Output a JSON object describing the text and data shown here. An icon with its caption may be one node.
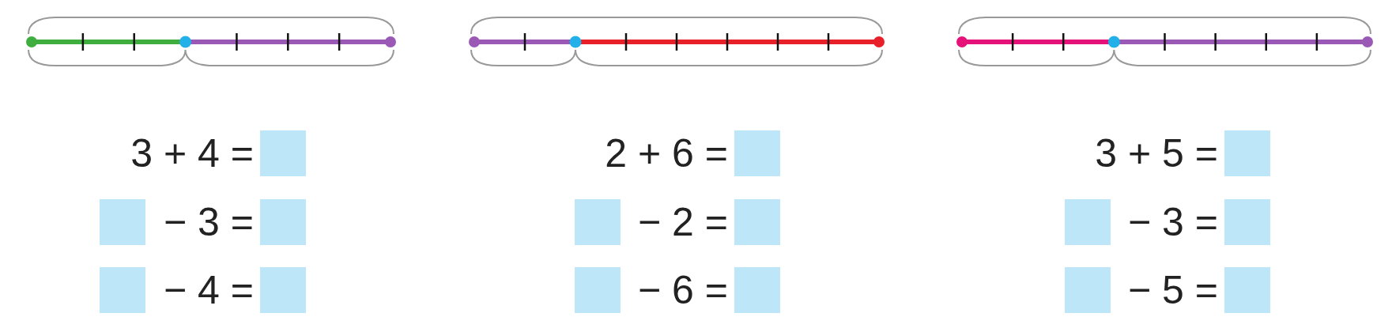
{
  "diagram": {
    "labels": [
      "3 + 4 =",
      "− 3 =",
      "− 4 =",
      "2 + 6 =",
      "− 2 =",
      "− 6 =",
      "3 + 5 =",
      "− 3 =",
      "− 5 ="
    ]
  }
}
